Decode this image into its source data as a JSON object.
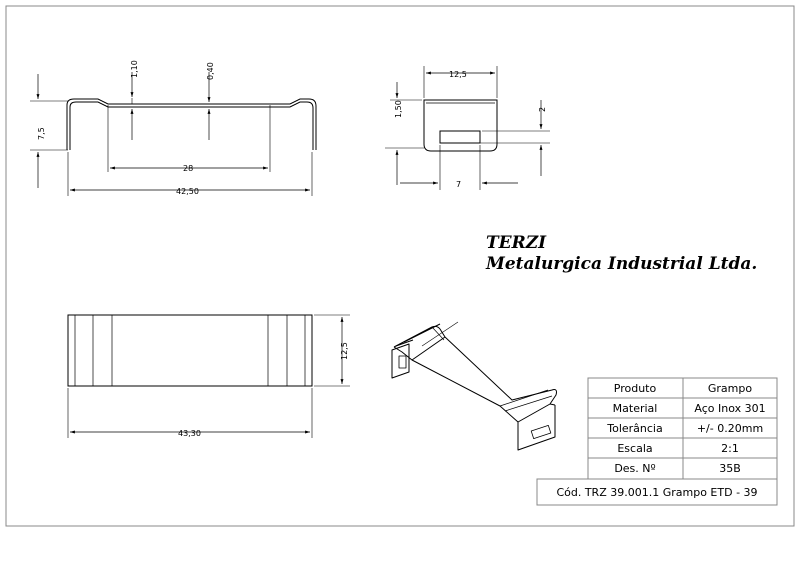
{
  "company": {
    "name": "TERZI",
    "subtitle": "Metalurgica Industrial Ltda."
  },
  "dimensions": {
    "thickness_gap": "1,10",
    "depth_offset": "0,40",
    "height": "7,5",
    "inner_span": "28",
    "total_length_side": "42,50",
    "end_width": "12,5",
    "slot_height": "1,50",
    "slot_width": "7",
    "slot_offset": "2",
    "total_length_top": "43,30",
    "top_width": "12,5"
  },
  "title_block": {
    "rows": [
      {
        "label": "Produto",
        "value": "Grampo"
      },
      {
        "label": "Material",
        "value": "Aço Inox 301"
      },
      {
        "label": "Tolerância",
        "value": "+/- 0.20mm"
      },
      {
        "label": "Escala",
        "value": "2:1"
      },
      {
        "label": "Des. Nº",
        "value": "35B"
      }
    ],
    "code": "Cód. TRZ 39.001.1 Grampo ETD - 39"
  }
}
